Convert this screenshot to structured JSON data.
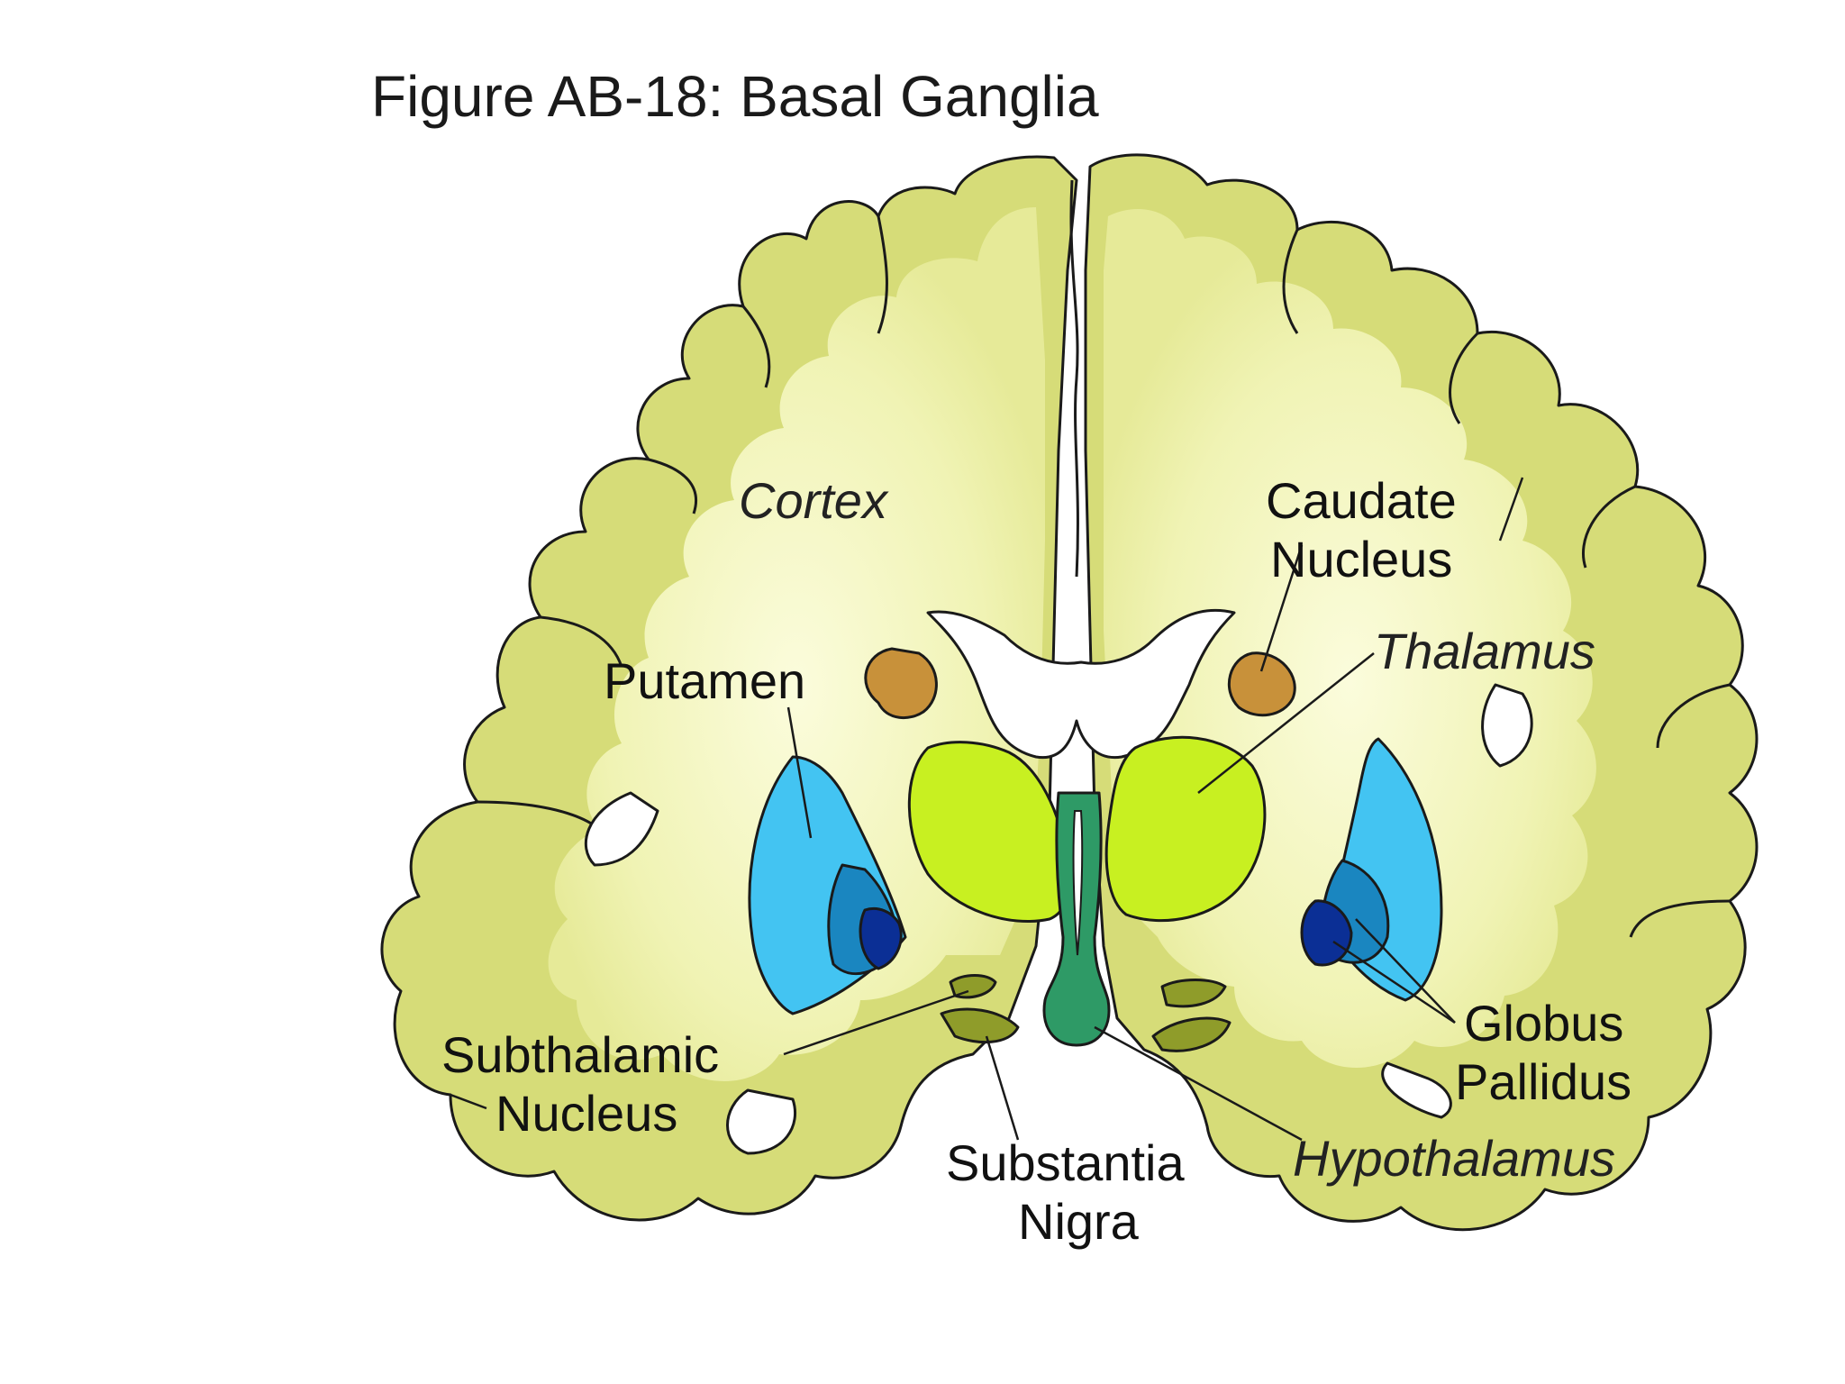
{
  "figure": {
    "title": "Figure AB-18: Basal Ganglia"
  },
  "labels": {
    "cortex": "Cortex",
    "caudate_line1": "Caudate",
    "caudate_line2": "Nucleus",
    "thalamus": "Thalamus",
    "putamen": "Putamen",
    "subthalamic_line1": "Subthalamic",
    "subthalamic_line2": "Nucleus",
    "substantia_line1": "Substantia",
    "substantia_line2": "Nigra",
    "hypothalamus": "Hypothalamus",
    "globus_line1": "Globus",
    "globus_line2": "Pallidus"
  },
  "colors": {
    "cortex_grey_matter": "#d9df7a",
    "white_matter": "#f5f7c8",
    "ventricle": "#ffffff",
    "caudate": "#c8913a",
    "thalamus": "#c8f021",
    "putamen": "#43c4f2",
    "globus_pallidus_outer": "#1a86c0",
    "globus_pallidus_inner": "#0b2f95",
    "subthalamic_nucleus": "#8f9c2a",
    "hypothalamus_brainstem": "#2e9a66"
  }
}
